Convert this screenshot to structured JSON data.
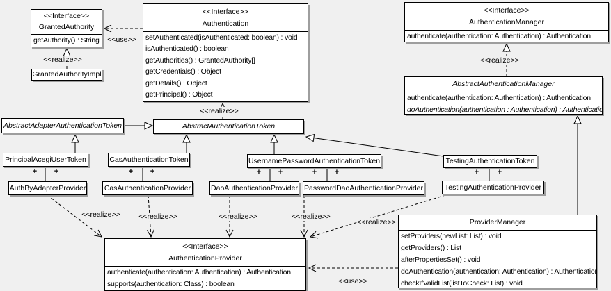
{
  "diagram": {
    "background": "#f0f0f0",
    "box_fill": "#ffffff",
    "line_color": "#000000",
    "shadow_color": "#9e9e9e"
  },
  "labels": {
    "realize": "<<realize>>",
    "use": "<<use>>",
    "plus": "+"
  },
  "boxes": {
    "granted_authority": {
      "stereotype": "<<Interface>>",
      "title": "GrantedAuthority",
      "methods": [
        "getAuthority() : String"
      ]
    },
    "granted_authority_impl": {
      "title": "GrantedAuthorityImpl"
    },
    "authentication": {
      "stereotype": "<<Interface>>",
      "title": "Authentication",
      "methods": [
        "setAuthenticated(isAuthenticated: boolean) : void",
        "isAuthenticated() : boolean",
        "getAuthorities() : GrantedAuthority[]",
        "getCredentials() : Object",
        "getDetails() : Object",
        "getPrincipal() : Object"
      ]
    },
    "authentication_manager": {
      "stereotype": "<<Interface>>",
      "title": "AuthenticationManager",
      "methods": [
        "authenticate(authentication: Authentication) : Authentication"
      ]
    },
    "abstract_authentication_manager": {
      "title": "AbstractAuthenticationManager",
      "methods": [
        "authenticate(authentication: Authentication) : Authentication",
        "doAuthentication(authentication : Authentication) : Authentication"
      ]
    },
    "abstract_adapter_authentication_token": {
      "title": "AbstractAdapterAuthenticationToken"
    },
    "abstract_authentication_token": {
      "title": "AbstractAuthenticationToken"
    },
    "principal_acegi_user_token": {
      "title": "PrincipalAcegiUserToken"
    },
    "cas_authentication_token": {
      "title": "CasAuthenticationToken"
    },
    "username_password_authentication_token": {
      "title": "UsernamePasswordAuthenticationToken"
    },
    "testing_authentication_token": {
      "title": "TestingAuthenticationToken"
    },
    "auth_by_adapter_provider": {
      "title": "AuthByAdapterProvider"
    },
    "cas_authentication_provider": {
      "title": "CasAuthenticationProvider"
    },
    "dao_authentication_provider": {
      "title": "DaoAuthenticationProvider"
    },
    "password_dao_authentication_provider": {
      "title": "PasswordDaoAuthenticationProvider"
    },
    "testing_authentication_provider": {
      "title": "TestingAuthenticationProvider"
    },
    "provider_manager": {
      "title": "ProviderManager",
      "methods": [
        "setProviders(newList: List) : void",
        "getProviders() : List",
        "afterPropertiesSet() : void",
        "doAuthentication(authentication: Authentication) : Authentication",
        "checkIfValidList(listToCheck: List) : void"
      ]
    },
    "authentication_provider": {
      "stereotype": "<<Interface>>",
      "title": "AuthenticationProvider",
      "methods": [
        "authenticate(authentication: Authentication) : Authentication",
        "supports(authentication: Class) : boolean"
      ]
    }
  }
}
